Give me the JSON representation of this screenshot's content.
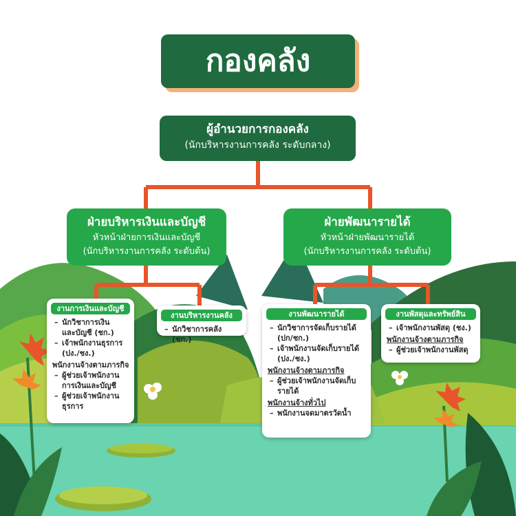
{
  "title": "กองคลัง",
  "director": {
    "title": "ผู้อำนวยการกองคลัง",
    "subtitle": "(นักบริหารงานการคลัง ระดับกลาง)"
  },
  "divisions": [
    {
      "title": "ฝ่ายบริหารเงินและบัญชี",
      "line2": "หัวหน้าฝ่ายการเงินและบัญชี",
      "line3": "(นักบริหารงานการคลัง ระดับต้น)"
    },
    {
      "title": "ฝ่ายพัฒนารายได้",
      "line2": "หัวหน้าฝ่ายพัฒนารายได้",
      "line3": "(นักบริหารงานการคลัง ระดับต้น)"
    }
  ],
  "units": [
    {
      "header": "งานการเงินและบัญชี",
      "items": [
        "นักวิชาการเงิน",
        "และบัญชี (ชก.)",
        "เจ้าพนักงานธุรการ",
        "(ปง./ชง.)"
      ],
      "sub_label": "พนักงานจ้างตามภารกิจ",
      "sub_items": [
        "ผู้ช่วยเจ้าพนักงาน",
        "การเงินและบัญชี",
        "ผู้ช่วยเจ้าพนักงาน",
        "ธุรการ"
      ]
    },
    {
      "header": "งานบริหารงานคลัง",
      "items": [
        "นักวิชาการคลัง (ชก.)"
      ]
    },
    {
      "header": "งานพัฒนารายได้",
      "items": [
        "นักวิชาการจัดเก็บรายได้",
        "(ปก/ชก.)",
        "เจ้าพนักงานจัดเก็บรายได้",
        "(ปง./ชง.)"
      ],
      "sub_label": "พนักงานจ้างตามภารกิจ",
      "sub_items": [
        "ผู้ช่วยเจ้าพนักงานจัดเก็บ",
        "รายได้"
      ],
      "sub_label2": "พนักงานจ้างทั่วไป",
      "sub_items2": [
        "พนักงานจดมาตรวัดน้ำ"
      ]
    },
    {
      "header": "งานพัสดุและทรัพย์สิน",
      "items": [
        "เจ้าพนักงานพัสดุ (ชง.)"
      ],
      "sub_label": "พนักงานจ้างตามภารกิจ",
      "sub_items": [
        "ผู้ช่วยเจ้าพนักงานพัสดุ"
      ]
    }
  ],
  "colors": {
    "dark_green": "#1f6a3f",
    "bright_green": "#25a84a",
    "connector_orange": "#e8552a",
    "title_shadow": "#f3b27a",
    "water": "#6ad3b0"
  }
}
